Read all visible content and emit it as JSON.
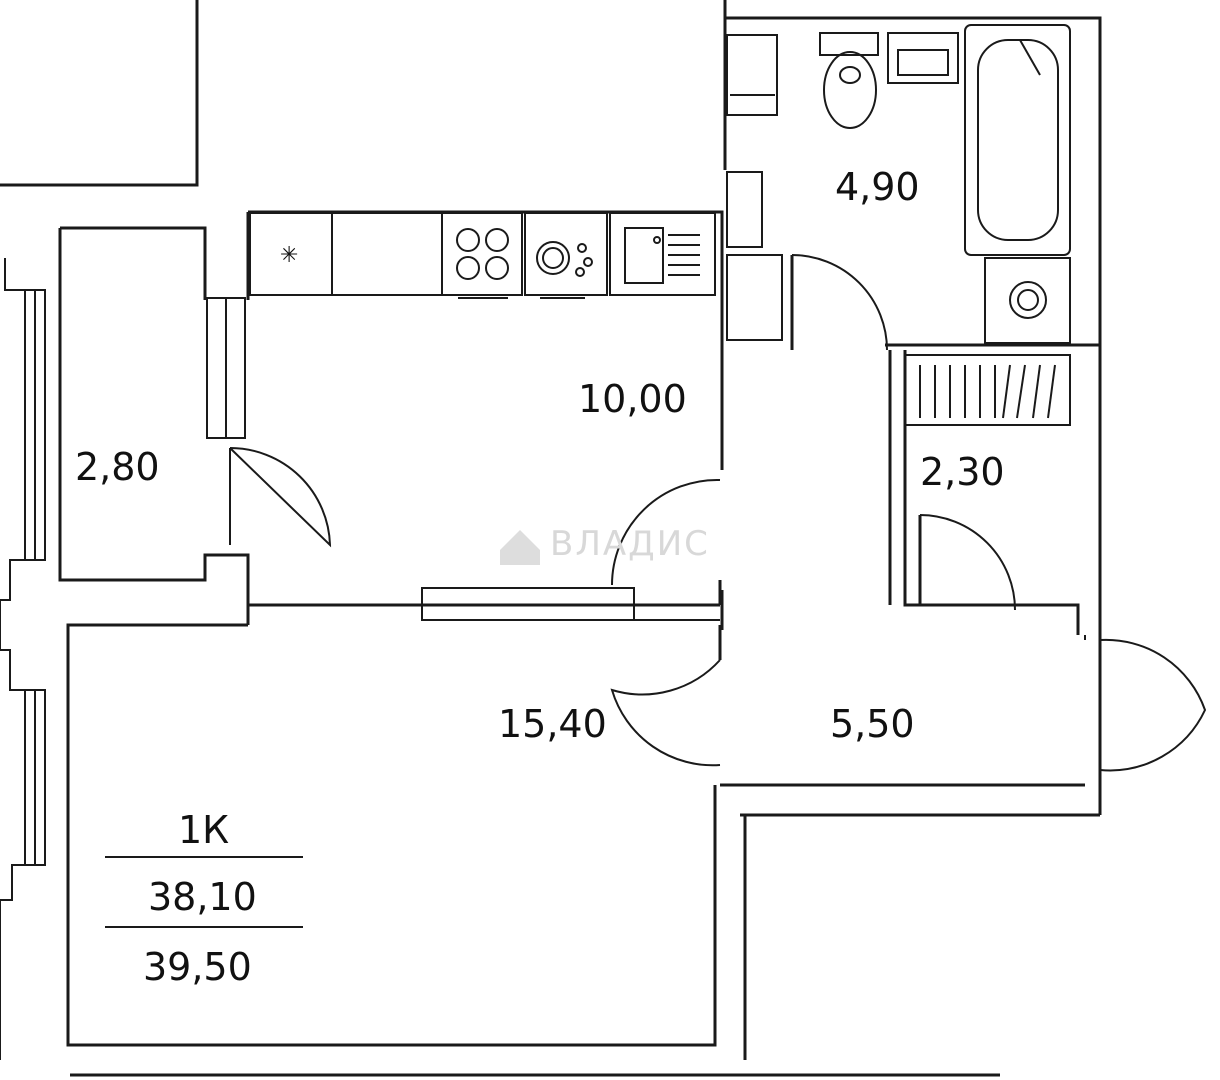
{
  "rooms": {
    "bathroom_area": "4,90",
    "kitchen_area": "10,00",
    "balcony_area": "2,80",
    "storage_area": "2,30",
    "living_area": "15,40",
    "hall_area": "5,50"
  },
  "summary": {
    "type": "1К",
    "total_area": "38,10",
    "total_with_balcony": "39,50"
  },
  "watermark": "ВЛАДИС"
}
